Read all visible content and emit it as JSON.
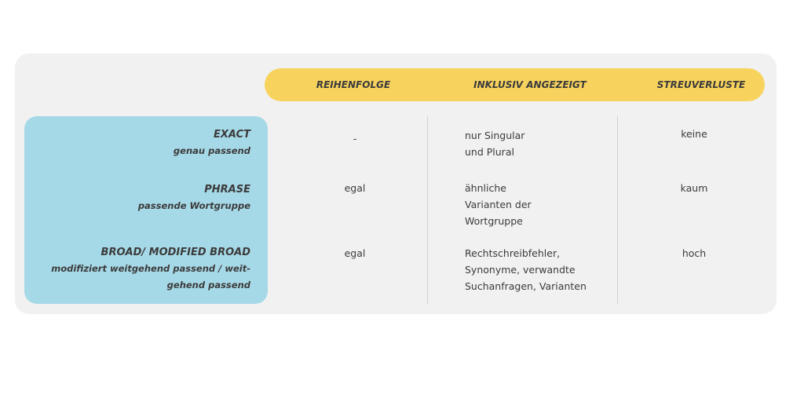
{
  "header": {
    "col1": "REIHENFOLGE",
    "col2": "INKLUSIV ANGEZEIGT",
    "col3": "STREUVERLUSTE"
  },
  "rows": [
    {
      "title": "EXACT",
      "subtitle_lines": [
        "genau passend"
      ],
      "reihenfolge": "-",
      "inklusiv_lines": [
        "nur Singular",
        "und Plural"
      ],
      "streuverluste": "keine"
    },
    {
      "title": "PHRASE",
      "subtitle_lines": [
        "passende Wortgruppe"
      ],
      "reihenfolge": "egal",
      "inklusiv_lines": [
        "ähnliche",
        "Varianten der",
        "Wortgruppe"
      ],
      "streuverluste": "kaum"
    },
    {
      "title": "BROAD/ MODIFIED BROAD",
      "subtitle_lines": [
        "modifiziert weitgehend passend / weit-",
        "gehend passend"
      ],
      "reihenfolge": "egal",
      "inklusiv_lines": [
        "Rechtschreibfehler,",
        "Synonyme, verwandte",
        "Suchanfragen, Varianten"
      ],
      "streuverluste": "hoch"
    }
  ],
  "colors": {
    "card_bg": "#f1f1f1",
    "header_yellow": "#f7d35e",
    "label_blue": "#a6d9e7",
    "text": "#3b3b3b"
  }
}
